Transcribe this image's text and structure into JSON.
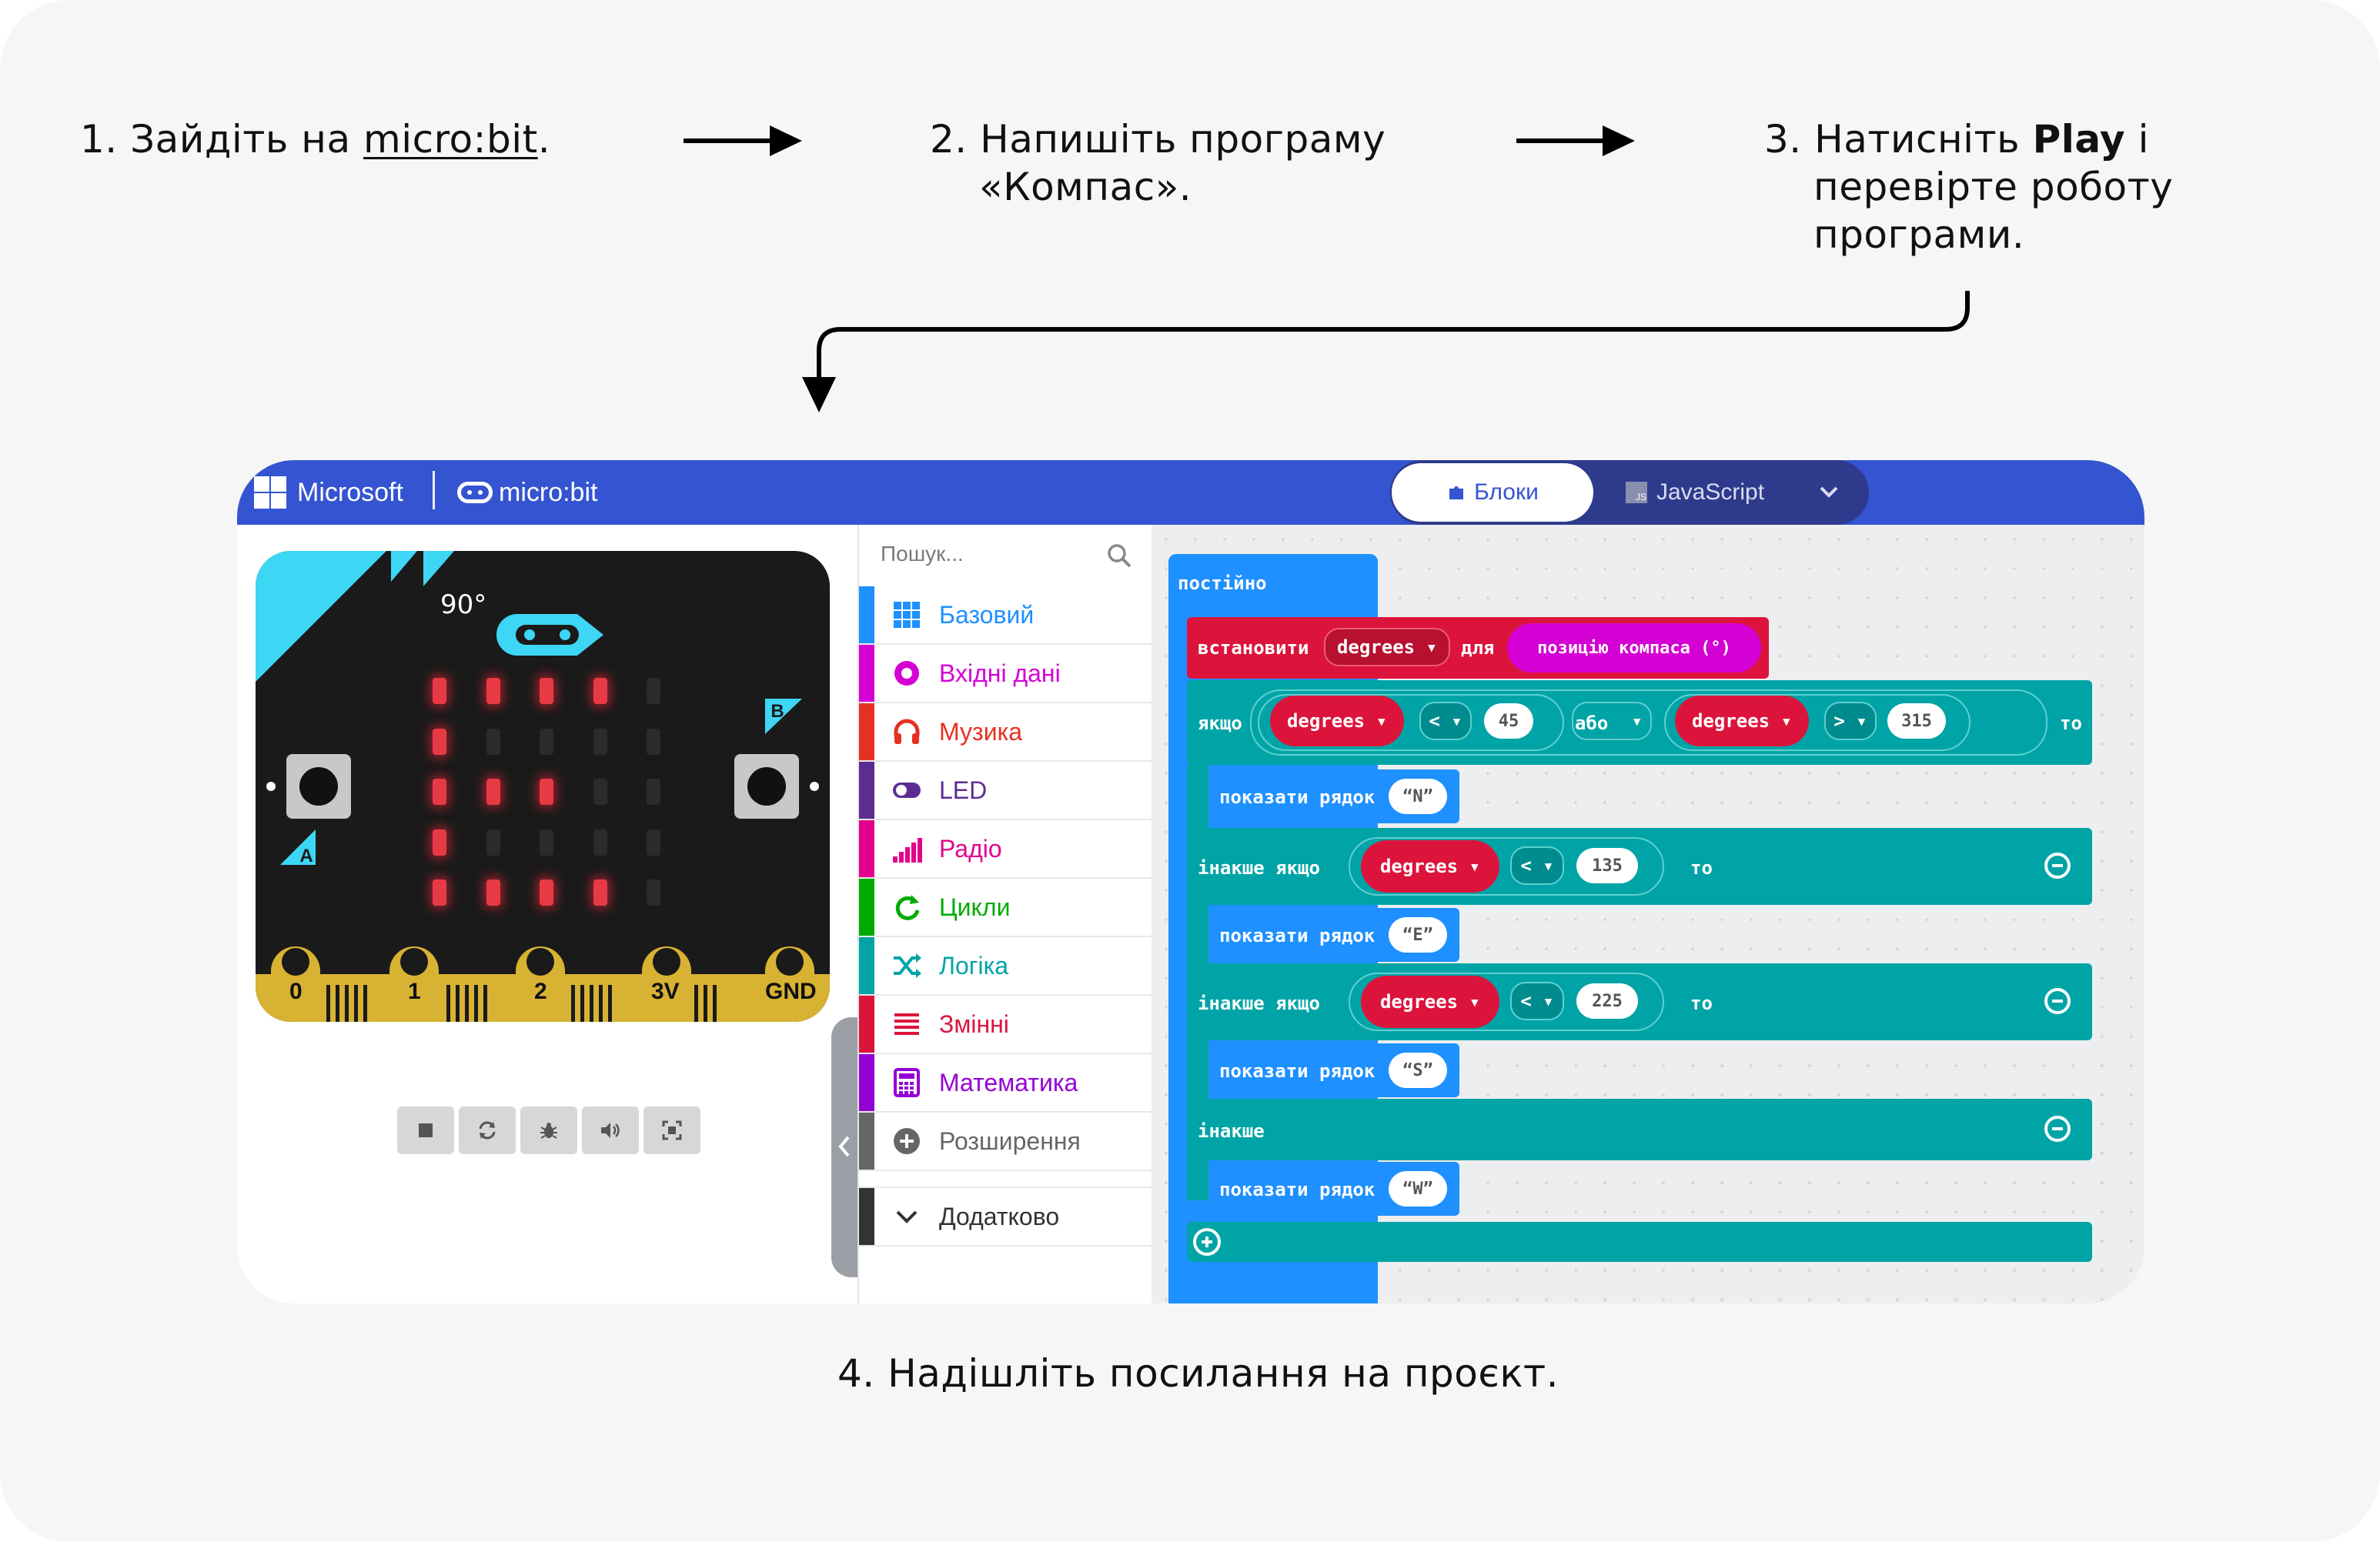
{
  "steps": {
    "s1_num": "1.",
    "s1_text": "Зайдіть на",
    "s1_link": "micro:bit",
    "s1_dot": ".",
    "s2_num": "2.",
    "s2_line1": "Напишіть програму",
    "s2_line2": "«Компас».",
    "s3_num": "3.",
    "s3_pre": "Натисніть",
    "s3_bold": "Play",
    "s3_post": "і",
    "s3_line2": "перевірте роботу",
    "s3_line3": "програми.",
    "s4_num": "4.",
    "s4_text": "Надішліть посилання на проєкт."
  },
  "header": {
    "brand": "Microsoft",
    "product": "micro:bit",
    "tab_blocks": "Блоки",
    "tab_js": "JavaScript",
    "js_badge": "JS"
  },
  "simulator": {
    "heading": "90°",
    "button_a": "A",
    "button_b": "B",
    "pins": [
      "0",
      "1",
      "2",
      "3V",
      "GND"
    ],
    "led_grid": [
      [
        1,
        1,
        1,
        1,
        0
      ],
      [
        1,
        0,
        0,
        0,
        0
      ],
      [
        1,
        1,
        1,
        0,
        0
      ],
      [
        1,
        0,
        0,
        0,
        0
      ],
      [
        1,
        1,
        1,
        1,
        0
      ]
    ]
  },
  "toolbox": {
    "search_placeholder": "Пошук...",
    "categories": [
      {
        "label": "Базовий",
        "color": "#1e90ff",
        "icon": "grid-icon"
      },
      {
        "label": "Вхідні дані",
        "color": "#d400d4",
        "icon": "circle-target-icon"
      },
      {
        "label": "Музика",
        "color": "#e63022",
        "icon": "headphones-icon"
      },
      {
        "label": "LED",
        "color": "#5c2d91",
        "icon": "toggle-icon"
      },
      {
        "label": "Радіо",
        "color": "#e3008c",
        "icon": "signal-bars-icon"
      },
      {
        "label": "Цикли",
        "color": "#00aa00",
        "icon": "loop-icon"
      },
      {
        "label": "Логіка",
        "color": "#00a4a6",
        "icon": "shuffle-icon"
      },
      {
        "label": "Змінні",
        "color": "#dc143c",
        "icon": "list-lines-icon"
      },
      {
        "label": "Математика",
        "color": "#9400d3",
        "icon": "calculator-icon"
      },
      {
        "label": "Розширення",
        "color": "#666666",
        "icon": "plus-circle-icon"
      },
      {
        "label": "Додатково",
        "color": "#333333",
        "icon": "chevron-down-icon"
      }
    ]
  },
  "workspace": {
    "forever": "постійно",
    "set_label": "встановити",
    "var_name": "degrees",
    "for_label": "для",
    "compass_reading": "позицію компаса (°)",
    "if_label": "якщо",
    "then_label": "то",
    "or_label": "або",
    "else_if_label": "інакше якщо",
    "else_label": "інакше",
    "show_string": "показати рядок",
    "op_lt": "<",
    "op_gt": ">",
    "v45": "45",
    "v315": "315",
    "v135": "135",
    "v225": "225",
    "str_n": "N",
    "str_e": "E",
    "str_s": "S",
    "str_w": "W"
  }
}
